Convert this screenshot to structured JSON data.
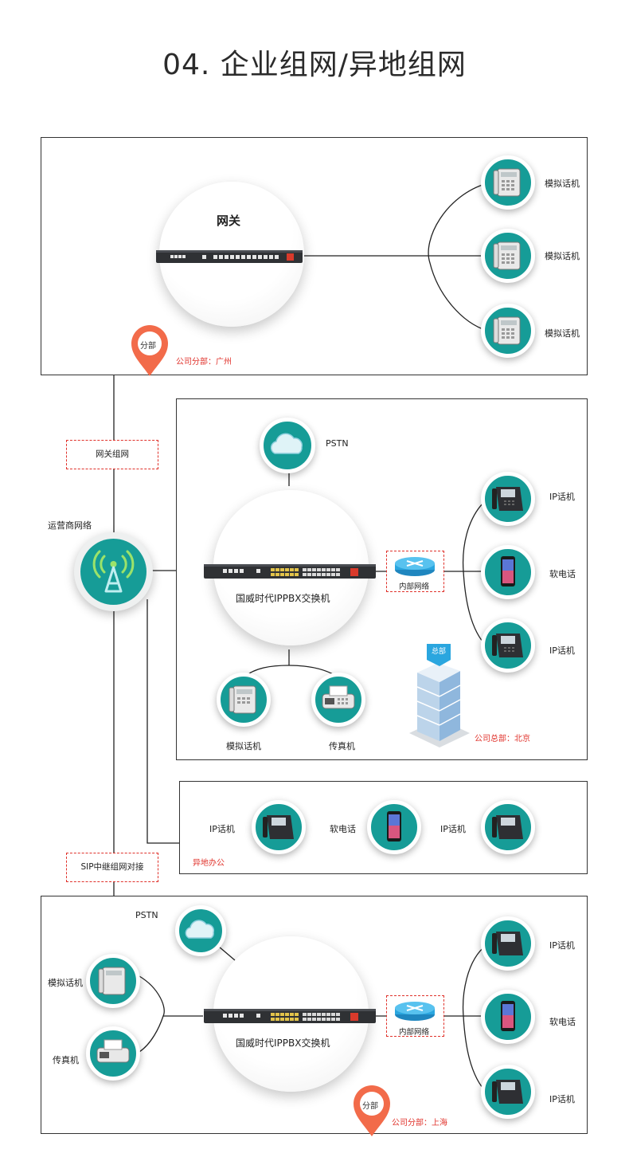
{
  "title": "04. 企业组网/异地组网",
  "guangzhou": {
    "gateway_label": "网关",
    "phones": [
      "模拟话机",
      "模拟话机",
      "模拟话机"
    ],
    "pin_label": "分部",
    "location": "公司分部：广州"
  },
  "network": {
    "gateway_link": "网关组网",
    "carrier": "运营商网络",
    "sip_link": "SIP中继组网对接"
  },
  "beijing": {
    "pstn": "PSTN",
    "pbx_label": "国威时代IPPBX交换机",
    "router_label": "内部网络",
    "phones": [
      "IP话机",
      "软电话",
      "IP话机"
    ],
    "analog": "模拟话机",
    "fax": "传真机",
    "building_badge": "总部",
    "location": "公司总部：北京"
  },
  "remote": {
    "items": [
      "IP话机",
      "软电话",
      "IP话机"
    ],
    "location": "异地办公"
  },
  "shanghai": {
    "pstn": "PSTN",
    "analog": "模拟话机",
    "fax": "传真机",
    "pbx_label": "国威时代IPPBX交换机",
    "router_label": "内部网络",
    "phones": [
      "IP话机",
      "软电话",
      "IP话机"
    ],
    "pin_label": "分部",
    "location": "公司分部：上海"
  },
  "colors": {
    "teal": "#169c97",
    "accent_red": "#e0322b",
    "pin_orange": "#f26b4a",
    "router_blue": "#2aa6df"
  }
}
